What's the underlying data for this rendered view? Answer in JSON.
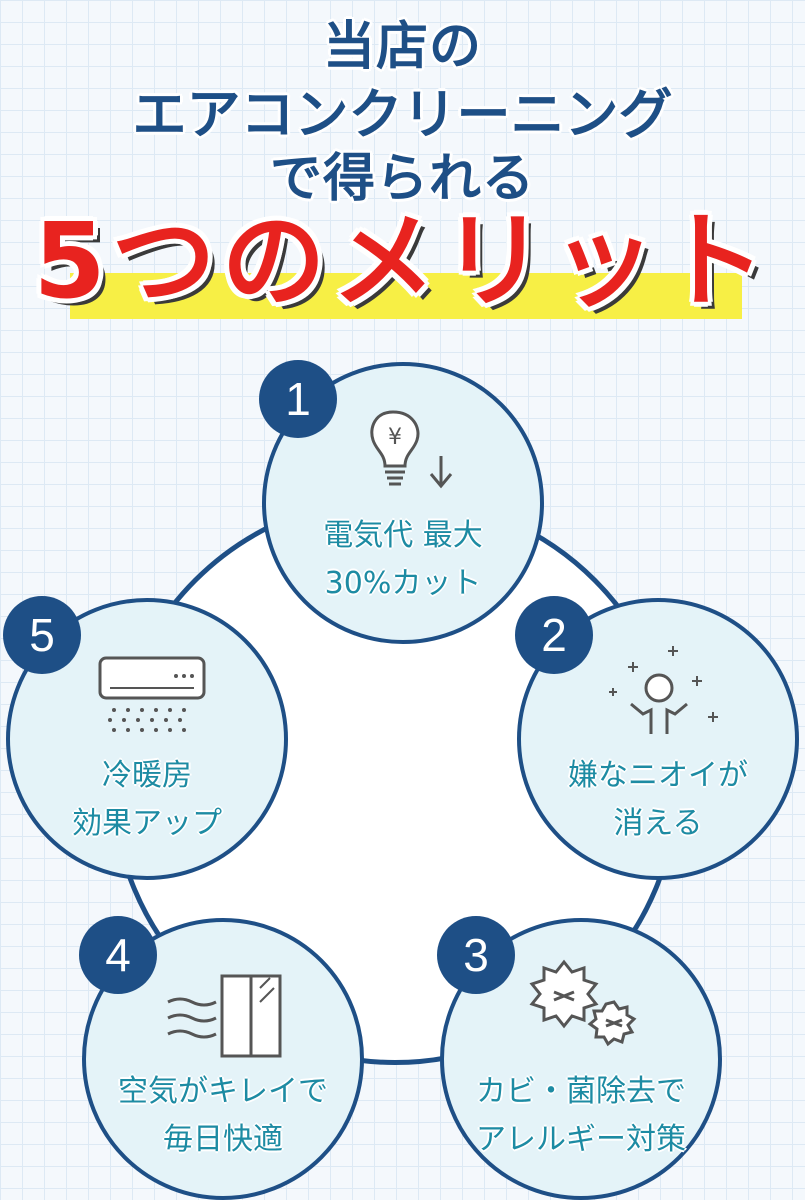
{
  "heading": {
    "line1": "当店の",
    "line2": "エアコンクリーニング",
    "line3": "で得られる",
    "line4": "5つのメリット"
  },
  "merits": [
    {
      "number": "1",
      "line1": "電気代 最大",
      "line2": "30%カット",
      "icon": "lightbulb-yen-down-icon"
    },
    {
      "number": "2",
      "line1": "嫌なニオイが",
      "line2": "消える",
      "icon": "person-sparkle-icon"
    },
    {
      "number": "3",
      "line1": "カビ・菌除去で",
      "line2": "アレルギー対策",
      "icon": "germ-icon"
    },
    {
      "number": "4",
      "line1": "空気がキレイで",
      "line2": "毎日快適",
      "icon": "window-breeze-icon"
    },
    {
      "number": "5",
      "line1": "冷暖房",
      "line2": "効果アップ",
      "icon": "air-conditioner-icon"
    }
  ],
  "colors": {
    "navy": "#1e4f86",
    "red": "#e8231f",
    "yellow": "#f7ef45",
    "teal_text": "#1d8ba3",
    "circle_fill": "#e4f3f8"
  }
}
